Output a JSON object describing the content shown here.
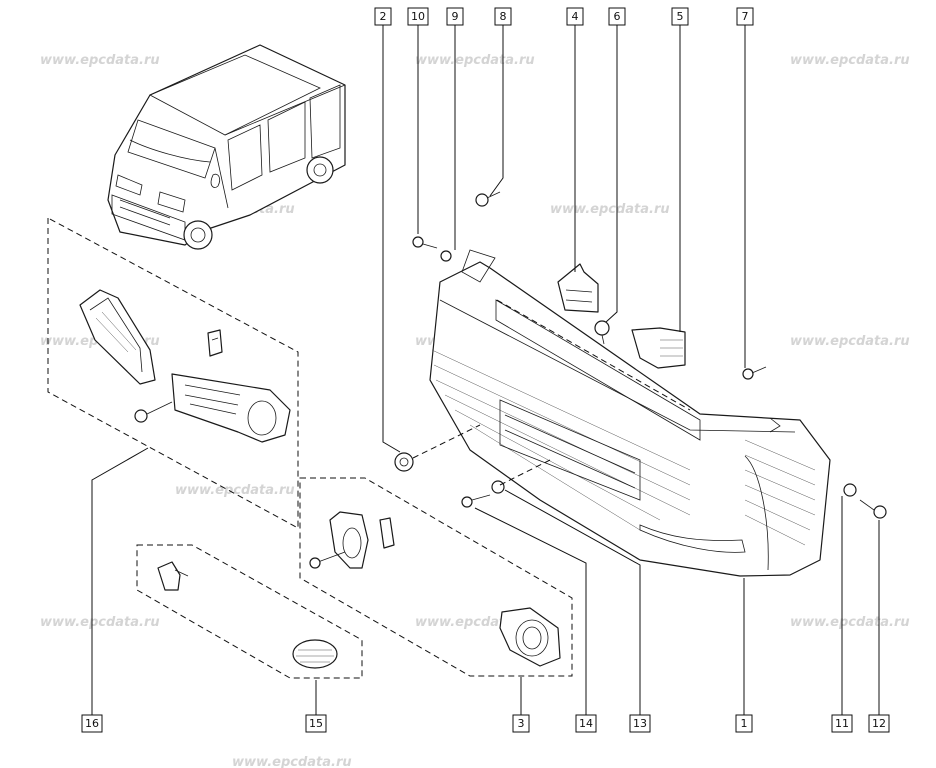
{
  "watermark_text": "www.epcdata.ru",
  "watermarks": [
    "www.epcdata.ru",
    "www.epcdata.ru",
    "www.epcdata.ru",
    "www.epcdata.ru",
    "www.epcdata.ru",
    "www.epcdata.ru",
    "www.epcdata.ru",
    "www.epcdata.ru",
    "www.epcdata.ru",
    "www.epcdata.ru",
    "www.epcdata.ru",
    "www.epcdata.ru",
    "www.epcdata.ru"
  ],
  "callouts": {
    "top": [
      "2",
      "10",
      "9",
      "8",
      "4",
      "6",
      "5",
      "7"
    ],
    "bottom": [
      "16",
      "15",
      "3",
      "14",
      "13",
      "1",
      "11",
      "12"
    ]
  }
}
